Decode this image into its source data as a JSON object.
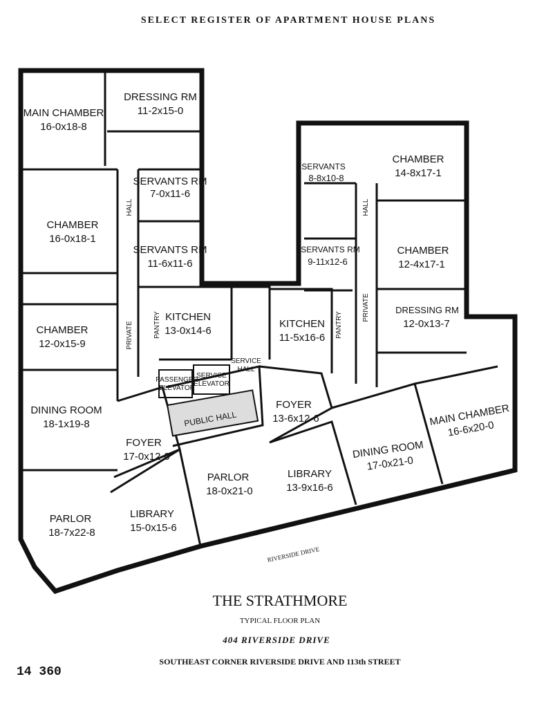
{
  "header": "SELECT REGISTER OF APARTMENT HOUSE PLANS",
  "rooms": {
    "l_main_chamber": {
      "name": "MAIN CHAMBER",
      "dim": "16-0x18-8"
    },
    "l_dressing": {
      "name": "DRESSING RM",
      "dim": "11-2x15-0"
    },
    "l_servants1": {
      "name": "SERVANTS RM",
      "dim": "7-0x11-6"
    },
    "l_chamber1": {
      "name": "CHAMBER",
      "dim": "16-0x18-1"
    },
    "l_servants2": {
      "name": "SERVANTS RM",
      "dim": "11-6x11-6"
    },
    "l_chamber2": {
      "name": "CHAMBER",
      "dim": "12-0x15-9"
    },
    "l_kitchen": {
      "name": "KITCHEN",
      "dim": "13-0x14-6"
    },
    "l_dining": {
      "name": "DINING ROOM",
      "dim": "18-1x19-8"
    },
    "l_foyer": {
      "name": "FOYER",
      "dim": "17-0x12-0"
    },
    "l_parlor": {
      "name": "PARLOR",
      "dim": "18-7x22-8"
    },
    "l_library": {
      "name": "LIBRARY",
      "dim": "15-0x15-6"
    },
    "l_parlor2": {
      "name": "PARLOR",
      "dim": "18-0x21-0"
    },
    "r_servants1": {
      "name": "SERVANTS",
      "dim": "8-8x10-8"
    },
    "r_chamber1": {
      "name": "CHAMBER",
      "dim": "14-8x17-1"
    },
    "r_chamber2": {
      "name": "CHAMBER",
      "dim": "12-4x17-1"
    },
    "r_servants2": {
      "name": "SERVANTS RM",
      "dim": "9-11x12-6"
    },
    "r_kitchen": {
      "name": "KITCHEN",
      "dim": "11-5x16-6"
    },
    "r_dressing": {
      "name": "DRESSING RM",
      "dim": "12-0x13-7"
    },
    "r_foyer": {
      "name": "FOYER",
      "dim": "13-6x12-6"
    },
    "r_library": {
      "name": "LIBRARY",
      "dim": "13-9x16-6"
    },
    "r_dining": {
      "name": "DINING ROOM",
      "dim": "17-0x21-0"
    },
    "r_main_chamber": {
      "name": "MAIN CHAMBER",
      "dim": "16-6x20-0"
    }
  },
  "labels": {
    "hall": "HALL",
    "private": "PRIVATE",
    "pantry": "PANTRY",
    "passenger": "PASSENGER",
    "service": "SERVICE",
    "elevator": "ELEVATOR",
    "service_hall_1": "SERVICE",
    "service_hall_2": "HALL",
    "public_hall": "PUBLIC HALL",
    "street": "RIVERSIDE DRIVE"
  },
  "footer": {
    "title": "THE STRATHMORE",
    "subtitle": "TYPICAL FLOOR PLAN",
    "address": "404 RIVERSIDE DRIVE",
    "location": "SOUTHEAST CORNER RIVERSIDE DRIVE AND 113th STREET",
    "plate_number": "14 360"
  }
}
